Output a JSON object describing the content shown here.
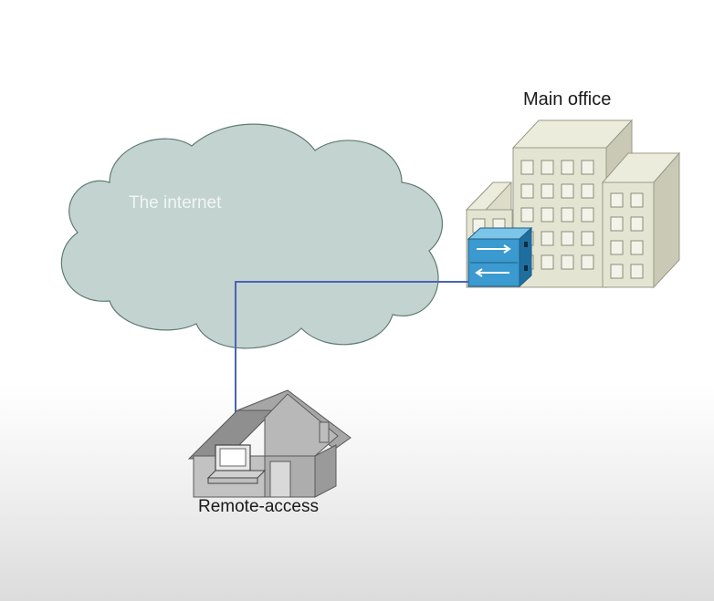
{
  "labels": {
    "internet": "The internet",
    "main_office": "Main office",
    "remote_access": "Remote-access"
  },
  "colors": {
    "cloud_fill": "#c3d3cf",
    "cloud_stroke": "#5f7b73",
    "link": "#4a63b8",
    "router": "#3b9ad0"
  }
}
